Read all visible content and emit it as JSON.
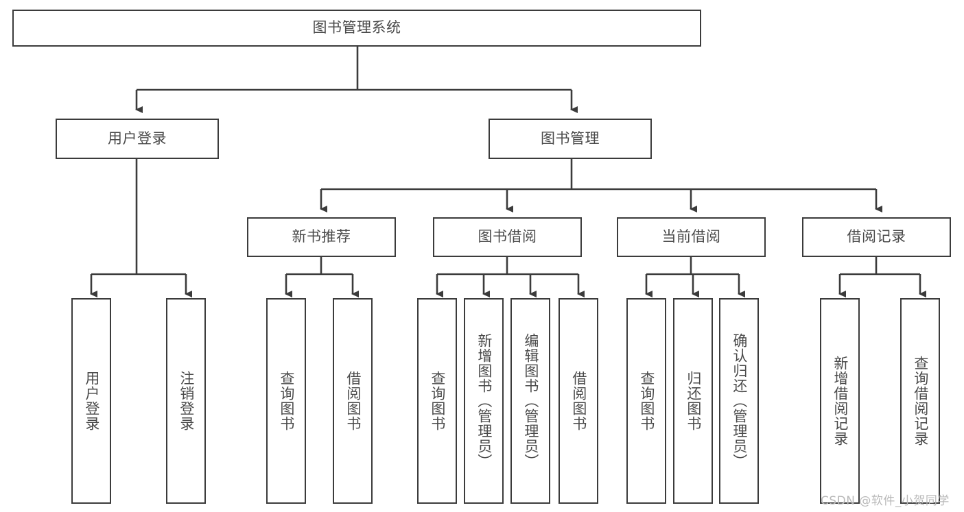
{
  "diagram": {
    "title": "图书管理系统",
    "type": "tree-hierarchy-diagram",
    "colors": {
      "stroke": "#3b3b3b",
      "text": "#4a4a4a",
      "background": "#ffffff",
      "watermark": "#b9b9b9"
    },
    "root": {
      "label": "图书管理系统"
    },
    "level2": [
      {
        "label": "用户登录"
      },
      {
        "label": "图书管理"
      }
    ],
    "level3": [
      {
        "label": "新书推荐"
      },
      {
        "label": "图书借阅"
      },
      {
        "label": "当前借阅"
      },
      {
        "label": "借阅记录"
      }
    ],
    "leaves": {
      "user_login": [
        {
          "label": "用户登录"
        },
        {
          "label": "注销登录"
        }
      ],
      "new_book_recommend": [
        {
          "label": "查询图书"
        },
        {
          "label": "借阅图书"
        }
      ],
      "book_borrow": [
        {
          "label": "查询图书"
        },
        {
          "label": "新增图书（管理员）"
        },
        {
          "label": "编辑图书（管理员）"
        },
        {
          "label": "借阅图书"
        }
      ],
      "current_borrow": [
        {
          "label": "查询图书"
        },
        {
          "label": "归还图书"
        },
        {
          "label": "确认归还（管理员）"
        }
      ],
      "borrow_record": [
        {
          "label": "新增借阅记录"
        },
        {
          "label": "查询借阅记录"
        }
      ]
    }
  },
  "watermark": {
    "text": "CSDN @软件_小贺同学"
  }
}
